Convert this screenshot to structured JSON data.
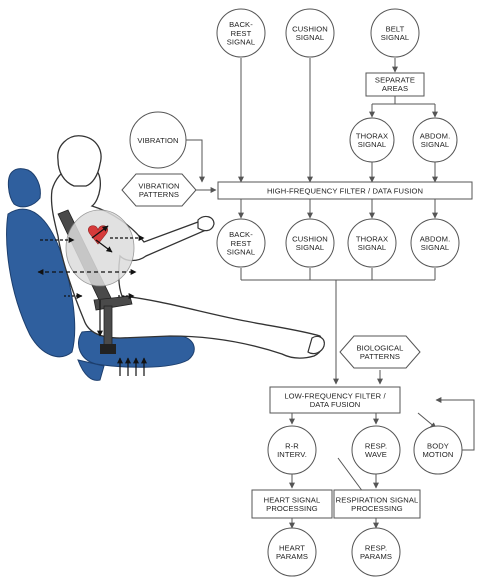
{
  "diagram": {
    "nodes": {
      "backrest_signal_top": [
        "BACK-",
        "REST",
        "SIGNAL"
      ],
      "cushion_signal_top": [
        "CUSHION",
        "SIGNAL"
      ],
      "belt_signal": [
        "BELT",
        "SIGNAL"
      ],
      "separate_areas": [
        "SEPARATE",
        "AREAS"
      ],
      "vibration": [
        "VIBRATION"
      ],
      "thorax_signal_top": [
        "THORAX",
        "SIGNAL"
      ],
      "abdom_signal_top": [
        "ABDOM.",
        "SIGNAL"
      ],
      "vibration_patterns": [
        "VIBRATION",
        "PATTERNS"
      ],
      "hf_filter": [
        "HIGH-FREQUENCY FILTER / DATA FUSION"
      ],
      "backrest_signal_mid": [
        "BACK-",
        "REST",
        "SIGNAL"
      ],
      "cushion_signal_mid": [
        "CUSHION",
        "SIGNAL"
      ],
      "thorax_signal_mid": [
        "THORAX",
        "SIGNAL"
      ],
      "abdom_signal_mid": [
        "ABDOM.",
        "SIGNAL"
      ],
      "biological_patterns": [
        "BIOLOGICAL",
        "PATTERNS"
      ],
      "lf_filter": [
        "LOW-FREQUENCY FILTER /",
        "DATA FUSION"
      ],
      "rr_interv": [
        "R-R",
        "INTERV."
      ],
      "resp_wave": [
        "RESP.",
        "WAVE"
      ],
      "body_motion": [
        "BODY",
        "MOTION"
      ],
      "heart_processing": [
        "HEART SIGNAL",
        "PROCESSING"
      ],
      "resp_processing": [
        "RESPIRATION SIGNAL",
        "PROCESSING"
      ],
      "heart_params": [
        "HEART",
        "PARAMS"
      ],
      "resp_params": [
        "RESP.",
        "PARAMS"
      ]
    },
    "colors": {
      "line": "#555555",
      "seat": "#2f5f9e",
      "heart": "#d63a3a",
      "text": "#222222"
    }
  }
}
